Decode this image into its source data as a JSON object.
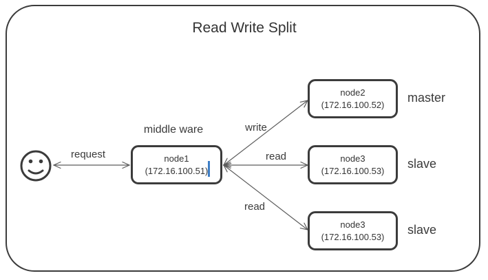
{
  "title": "Read Write Split",
  "labels": {
    "middleware_caption": "middle ware",
    "request": "request",
    "write": "write",
    "read_mid": "read",
    "read_bottom": "read"
  },
  "nodes": {
    "middleware": {
      "name": "node1",
      "ip": "(172.16.100.51)"
    },
    "master": {
      "name": "node2",
      "ip": "(172.16.100.52)",
      "role": "master"
    },
    "slave1": {
      "name": "node3",
      "ip": "(172.16.100.53)",
      "role": "slave"
    },
    "slave2": {
      "name": "node3",
      "ip": "(172.16.100.53)",
      "role": "slave"
    }
  },
  "icons": {
    "actor": "smiley-face-icon",
    "caret": "text-edit-caret"
  },
  "colors": {
    "frame_border": "#3b3b3b",
    "node_border": "#3b3b3b",
    "arrow_line": "#5c5c5c",
    "text": "#3a3a3a",
    "caret_blue": "#3e7ec6",
    "background": "#ffffff"
  }
}
